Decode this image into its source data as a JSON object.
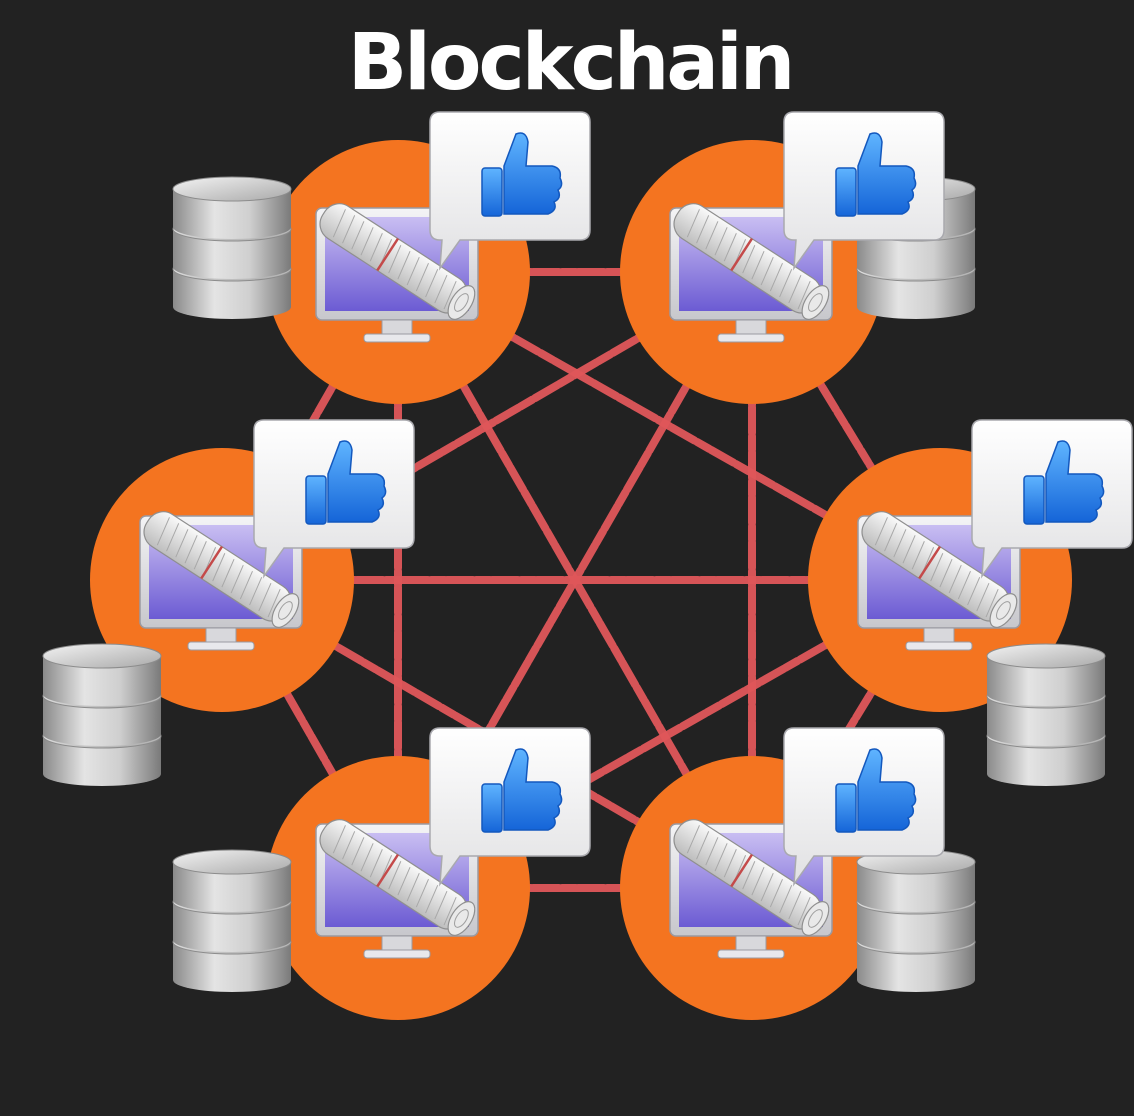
{
  "title": "Blockchain",
  "colors": {
    "background": "#222222",
    "node_circle": "#F47420",
    "connection": "#E0575A",
    "thumb": "#2F8BEA",
    "monitor_screen": "#8F7FE0"
  },
  "icons": {
    "node": "computer-monitor-icon",
    "document": "rolled-newspaper-icon",
    "approval": "thumbs-up-speech-bubble-icon",
    "storage": "database-icon"
  },
  "nodes": [
    {
      "id": "node-1",
      "label": "",
      "approved": true
    },
    {
      "id": "node-2",
      "label": "",
      "approved": true
    },
    {
      "id": "node-3",
      "label": "",
      "approved": true
    },
    {
      "id": "node-4",
      "label": "",
      "approved": true
    },
    {
      "id": "node-5",
      "label": "",
      "approved": true
    },
    {
      "id": "node-6",
      "label": "",
      "approved": true
    }
  ],
  "connections": [
    [
      "node-1",
      "node-2"
    ],
    [
      "node-1",
      "node-3"
    ],
    [
      "node-1",
      "node-4"
    ],
    [
      "node-1",
      "node-5"
    ],
    [
      "node-1",
      "node-6"
    ],
    [
      "node-2",
      "node-3"
    ],
    [
      "node-2",
      "node-4"
    ],
    [
      "node-2",
      "node-5"
    ],
    [
      "node-2",
      "node-6"
    ],
    [
      "node-3",
      "node-4"
    ],
    [
      "node-3",
      "node-5"
    ],
    [
      "node-3",
      "node-6"
    ],
    [
      "node-4",
      "node-5"
    ],
    [
      "node-4",
      "node-6"
    ],
    [
      "node-5",
      "node-6"
    ]
  ]
}
